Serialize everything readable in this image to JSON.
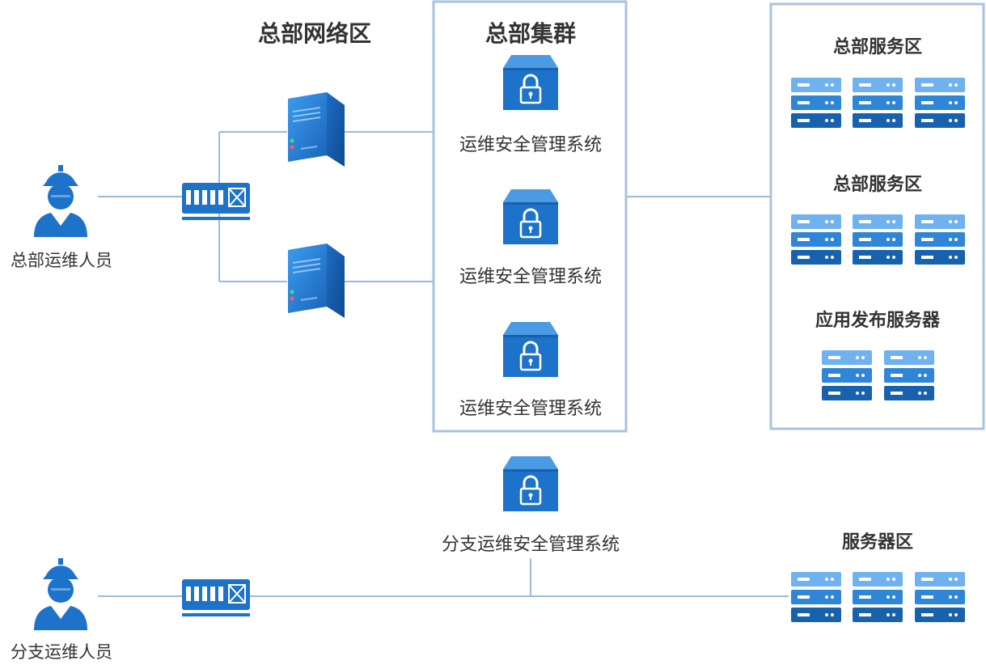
{
  "zones": {
    "hq_network": "总部网络区",
    "hq_cluster": "总部集群"
  },
  "people": {
    "hq_ops": "总部运维人员",
    "branch_ops": "分支运维人员"
  },
  "cluster_nodes": [
    "运维安全管理系统",
    "运维安全管理系统",
    "运维安全管理系统"
  ],
  "branch_system": "分支运维安全管理系统",
  "hq_service": {
    "groups": [
      "总部服务区",
      "总部服务区",
      "应用发布服务器"
    ]
  },
  "branch_service": "服务器区",
  "colors": {
    "line": "#9bbbd9",
    "box": "#a9c3dd",
    "blue": "#1d73c9",
    "blue_light": "#4a9be3",
    "rack_top": "#6fb2ef",
    "rack_mid": "#2f86d6",
    "rack_bot": "#1761ad"
  },
  "icons": {
    "person": "worker-helmet-icon",
    "firewall": "firewall-icon",
    "server": "tower-server-icon",
    "bastion": "lock-appliance-icon",
    "rack": "rack-server-icon"
  }
}
